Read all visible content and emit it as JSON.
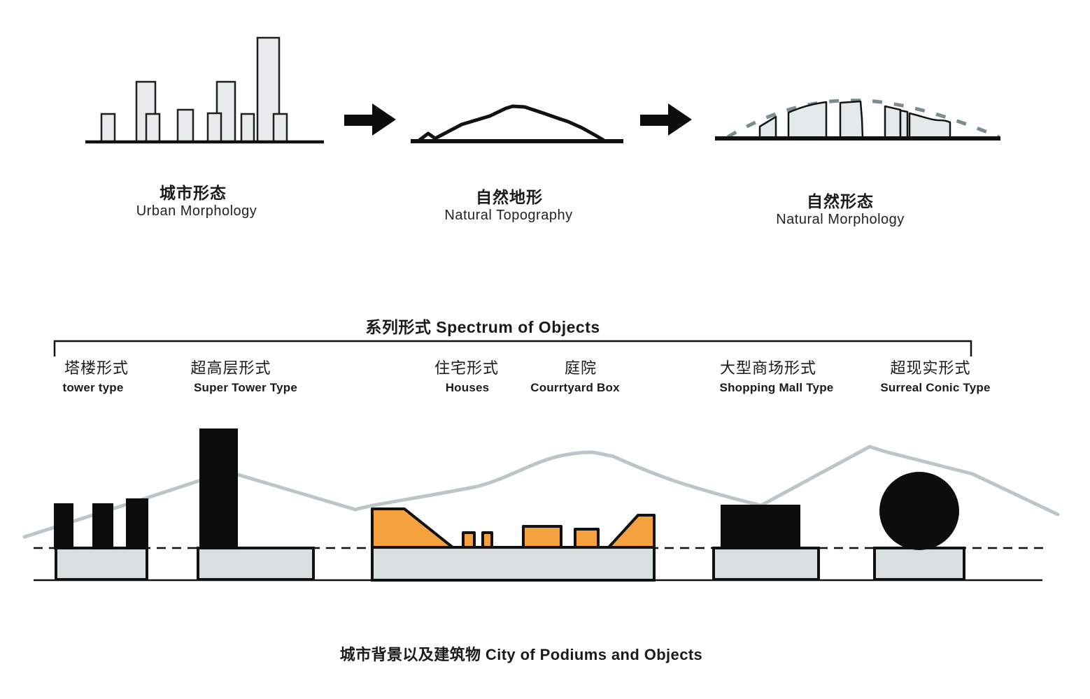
{
  "top_row": {
    "items": [
      {
        "title_cn": "城市形态",
        "title_en": "Urban Morphology"
      },
      {
        "title_cn": "自然地形",
        "title_en": "Natural Topography"
      },
      {
        "title_cn": "自然形态",
        "title_en": "Natural Morphology"
      }
    ]
  },
  "spectrum": {
    "title": "系列形式 Spectrum of Objects",
    "categories": [
      {
        "cn": "塔楼形式",
        "en": "tower type"
      },
      {
        "cn": "超高层形式",
        "en": "Super Tower Type"
      },
      {
        "cn": "住宅形式",
        "en": "Houses"
      },
      {
        "cn": "庭院",
        "en": "Courrtyard Box"
      },
      {
        "cn": "大型商场形式",
        "en": "Shopping Mall Type"
      },
      {
        "cn": "超现实形式",
        "en": "Surreal Conic Type"
      }
    ]
  },
  "caption": "城市背景以及建筑物 City of Podiums and Objects",
  "colors": {
    "black": "#111111",
    "bar_fill": "#e8ebec",
    "building_fill": "#e4e9e9",
    "podium_fill": "#d9dede",
    "orange": "#f5a13d",
    "mountain_line": "#bcc5c7",
    "dashed_arc": "#7d8c91"
  }
}
